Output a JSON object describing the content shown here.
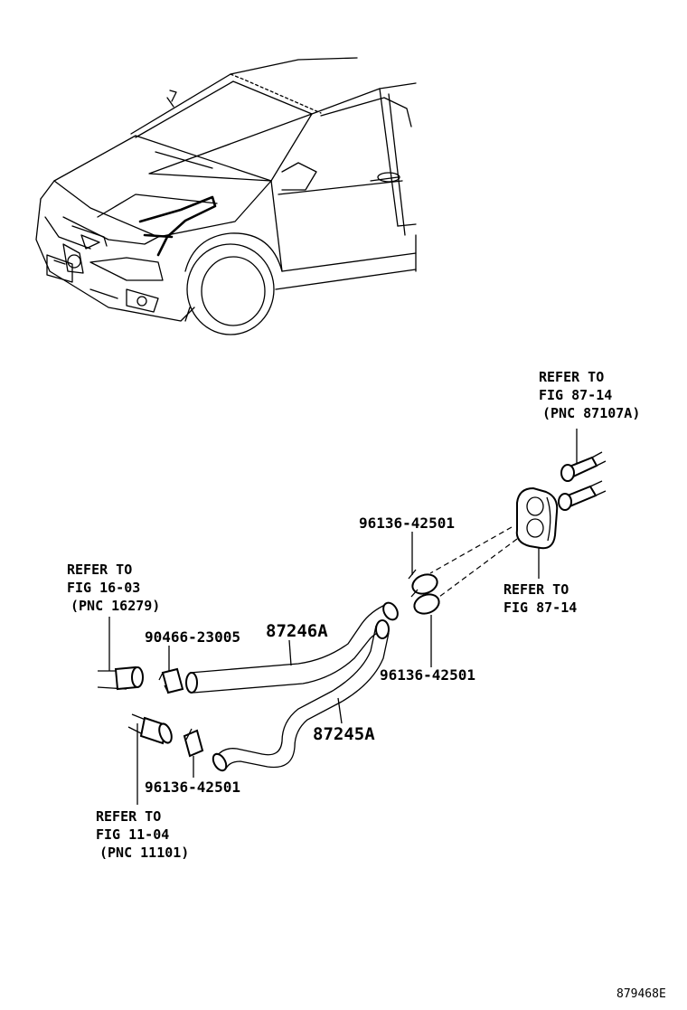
{
  "labels": {
    "ref_top_right": [
      "REFER TO",
      "FIG 87-14",
      "(PNC 87107A)"
    ],
    "ref_grommet": [
      "REFER TO",
      "FIG 87-14"
    ],
    "ref_upper_left": [
      "REFER TO",
      "FIG 16-03",
      "(PNC 16279)"
    ],
    "ref_lower_left": [
      "REFER TO",
      "FIG 11-04",
      "(PNC 11101)"
    ],
    "part_clamp_upper_a": "96136-42501",
    "part_clamp_upper_b": "96136-42501",
    "part_clamp_left": "90466-23005",
    "part_clamp_lower": "96136-42501",
    "part_hose_upper": "87246A",
    "part_hose_lower": "87245A",
    "figure_code": "879468E"
  }
}
